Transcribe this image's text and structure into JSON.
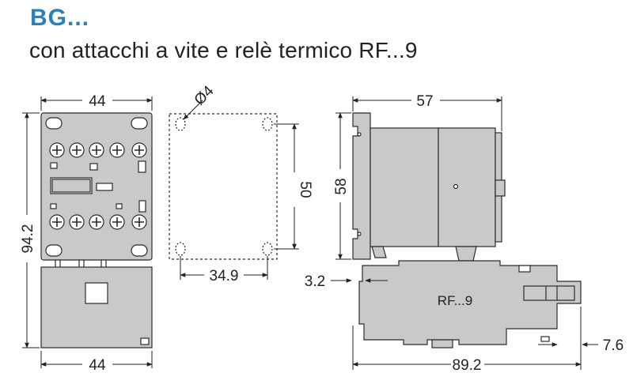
{
  "header": {
    "title": "BG...",
    "subtitle": "con attacchi a vite e relè termico RF...9"
  },
  "drawing": {
    "dims": {
      "width_top": "44",
      "width_bottom": "44",
      "height_total": "94.2",
      "hole_diameter": "Ø4",
      "hole_vertical": "50",
      "hole_horizontal": "34.9",
      "depth": "57",
      "depth_height": "58",
      "offset_rail": "3.2",
      "total_depth": "89.2",
      "overhang": "7.6"
    },
    "relay_label": "RF...9"
  },
  "colors": {
    "title": "#2e7fb5",
    "body": "#c9c9cb",
    "outline": "#2b2b2b",
    "terminal": "#ffffff"
  }
}
